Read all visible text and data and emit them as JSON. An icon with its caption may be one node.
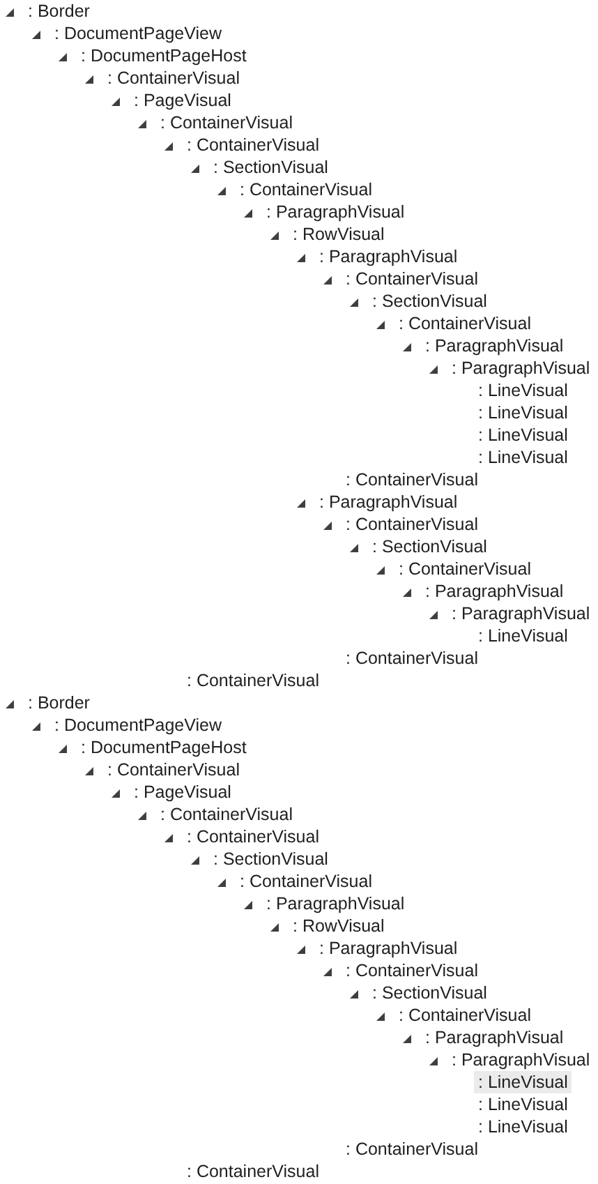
{
  "diagram": {
    "labels": [
      ": Border",
      ": DocumentPageView",
      ": DocumentPageHost",
      ": ContainerVisual",
      ": PageVisual",
      ": ContainerVisual",
      ": ContainerVisual",
      ": SectionVisual",
      ": ContainerVisual",
      ": ParagraphVisual",
      ": RowVisual",
      ": ParagraphVisual",
      ": ContainerVisual",
      ": SectionVisual",
      ": ContainerVisual",
      ": ParagraphVisual",
      ": ParagraphVisual",
      ": LineVisual",
      ": LineVisual",
      ": LineVisual",
      ": LineVisual",
      ": ContainerVisual",
      ": ParagraphVisual",
      ": ContainerVisual",
      ": SectionVisual",
      ": ContainerVisual",
      ": ParagraphVisual",
      ": ParagraphVisual",
      ": LineVisual",
      ": ContainerVisual",
      ": ContainerVisual",
      ": Border",
      ": DocumentPageView",
      ": DocumentPageHost",
      ": ContainerVisual",
      ": PageVisual",
      ": ContainerVisual",
      ": ContainerVisual",
      ": SectionVisual",
      ": ContainerVisual",
      ": ParagraphVisual",
      ": RowVisual",
      ": ParagraphVisual",
      ": ContainerVisual",
      ": SectionVisual",
      ": ContainerVisual",
      ": ParagraphVisual",
      ": ParagraphVisual",
      ": LineVisual",
      ": LineVisual",
      ": LineVisual",
      ": ContainerVisual",
      ": ContainerVisual"
    ]
  }
}
